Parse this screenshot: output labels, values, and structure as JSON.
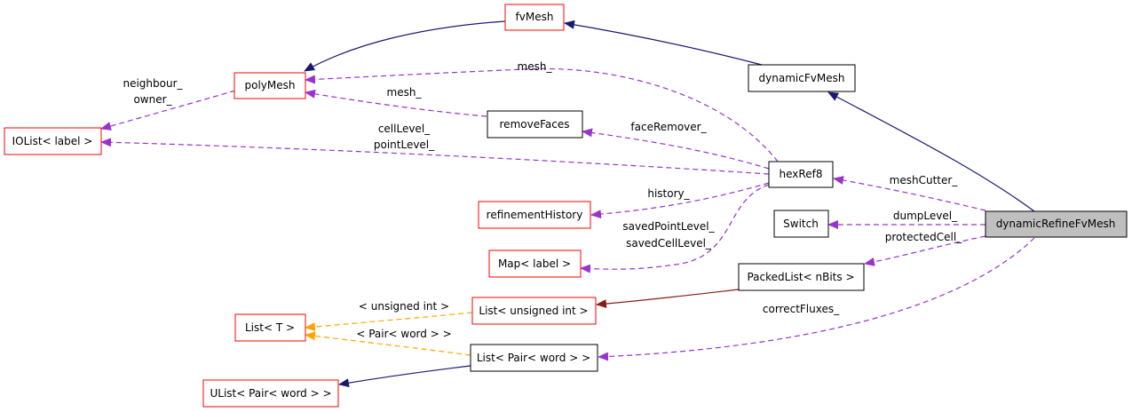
{
  "nodes": {
    "fvMesh": "fvMesh",
    "polyMesh": "polyMesh",
    "dynamicFvMesh": "dynamicFvMesh",
    "ioList": "IOList< label >",
    "removeFaces": "removeFaces",
    "hexRef8": "hexRef8",
    "refinementHistory": "refinementHistory",
    "switch": "Switch",
    "dynamicRefineFvMesh": "dynamicRefineFvMesh",
    "mapLabel": "Map< label >",
    "packedList": "PackedList< nBits >",
    "listT": "List< T >",
    "listUnsignedInt": "List< unsigned int >",
    "listPairWord": "List< Pair< word > >",
    "uListPairWord": "UList< Pair< word > >"
  },
  "edge_labels": {
    "neighbour": "neighbour_",
    "owner": "owner_",
    "mesh_hex": "mesh_",
    "mesh_remove": "mesh_",
    "faceRemover": "faceRemover_",
    "cellLevel": "cellLevel_",
    "pointLevel": "pointLevel_",
    "history": "history_",
    "savedPointLevel": "savedPointLevel_",
    "savedCellLevel": "savedCellLevel_",
    "meshCutter": "meshCutter_",
    "dumpLevel": "dumpLevel_",
    "protectedCell": "protectedCell_",
    "correctFluxes": "correctFluxes_",
    "unsignedInt": "< unsigned int >",
    "pairWord": "< Pair< word > >"
  },
  "colors": {
    "inheritance": "#191970",
    "member": "#9a32cd",
    "template": "#ffa500",
    "private": "#8b1a1a",
    "undocumented_border": "#ff0000",
    "documented_border": "#000000",
    "highlight_fill": "#bfbfbf"
  }
}
